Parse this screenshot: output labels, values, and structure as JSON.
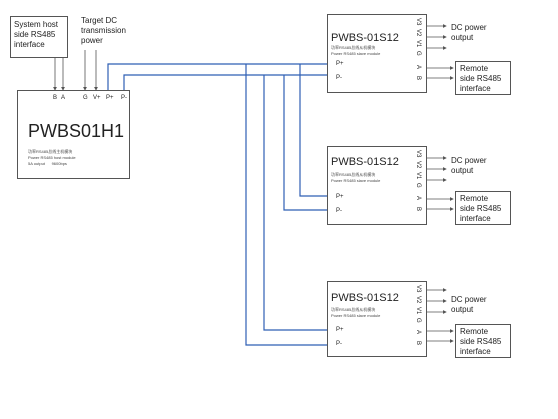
{
  "colors": {
    "wire": "#2f5fb4",
    "arrow": "#555555",
    "border": "#555555"
  },
  "host_labels": {
    "rs485": "System host\nside RS485\ninterface",
    "power": "Target DC\ntransmission\npower"
  },
  "host": {
    "title": "PWBS01H1",
    "cn": "功率RS485总线主机模块",
    "en": "Power RS485 host module",
    "spec": "5A output      9600bps",
    "pins": [
      "B",
      "A",
      "G",
      "V+",
      "P+",
      "P-"
    ]
  },
  "slave_common": {
    "title": "PWBS-01S12",
    "cn": "功率RS485总线从机模块",
    "en": "Power RS485 slave module",
    "left_pins": [
      "P+",
      "P-"
    ],
    "right_pins": [
      "V3",
      "V2",
      "V1",
      "G",
      "A",
      "B"
    ],
    "dc_label": "DC power\noutput",
    "remote_label": "Remote\nside RS485\ninterface"
  }
}
